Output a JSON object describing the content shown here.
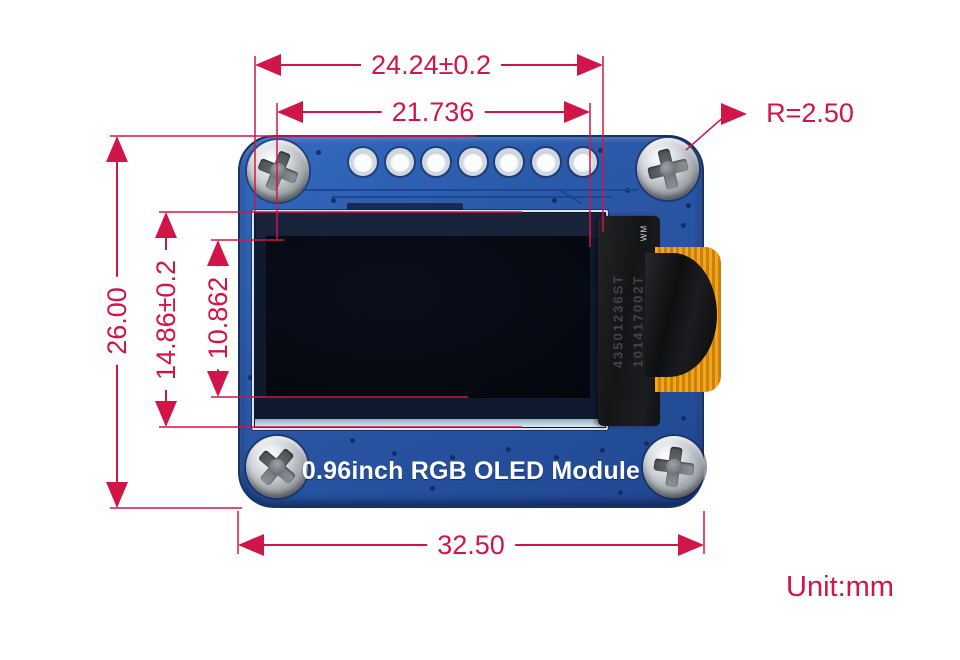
{
  "diagram": {
    "board_title": "0.96inch RGB OLED Module",
    "unit_label": "Unit:mm",
    "dims": {
      "display_width": "24.24±0.2",
      "active_width": "21.736",
      "board_height": "26.00",
      "display_height": "14.86±0.2",
      "active_height": "10.862",
      "board_width": "32.50",
      "corner_radius": "R=2.50"
    },
    "flex_markings": {
      "serial1": "43501236ST",
      "serial2": "101417002T",
      "tag": "WM"
    },
    "colors": {
      "dimension_red": "#d01648",
      "pcb_blue": "#2b58a8",
      "silkscreen_white": "#ffffff",
      "ribbon_orange": "#f2a41c",
      "oled_glass": "#101a2e"
    }
  }
}
